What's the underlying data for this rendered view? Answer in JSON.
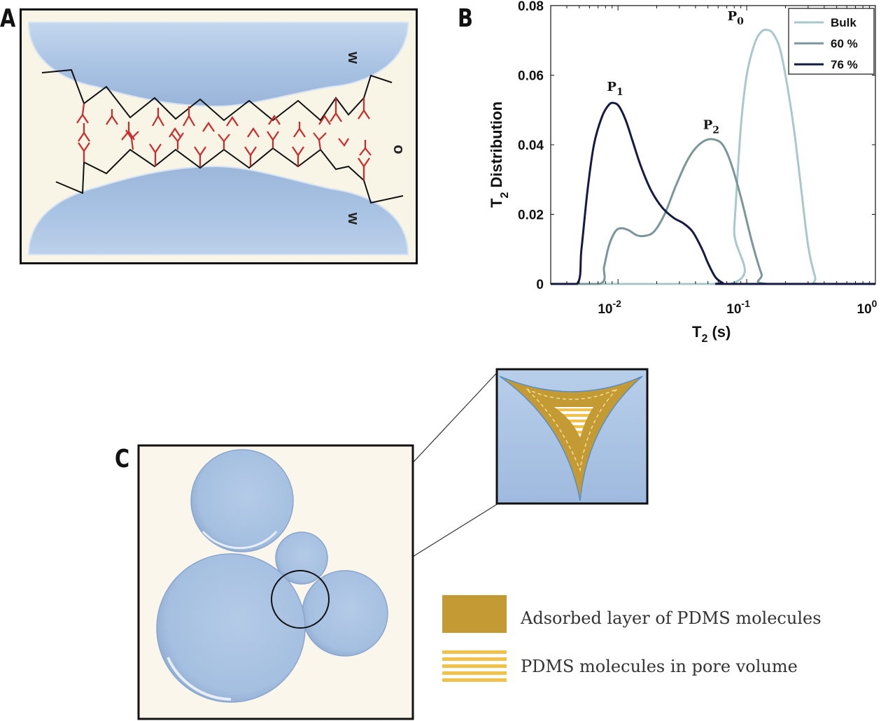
{
  "panels": {
    "a": {
      "letter": "A",
      "labels": {
        "water_top": "w",
        "oil": "o",
        "water_bottom": "w"
      }
    },
    "b": {
      "letter": "B"
    },
    "c": {
      "letter": "C"
    }
  },
  "legend_key": {
    "adsorbed": "Adsorbed layer of PDMS molecules",
    "pore": "PDMS molecules in pore volume"
  },
  "colors": {
    "bulk": "#a9c8c9",
    "s60": "#7a9699",
    "s76": "#151a45",
    "droplet": "#a9c4e4",
    "oil_bg": "#f8f5e6",
    "adsorbed": "#c49a34",
    "pore_stripe": "#f0c24c"
  },
  "chart_data": {
    "type": "line",
    "xlabel": "T2 (s)",
    "ylabel": "T2  Distribution",
    "x_scale": "log",
    "xlim": [
      0.003,
      1
    ],
    "ylim": [
      0,
      0.08
    ],
    "y_ticks": [
      "0",
      "0.02",
      "0.04",
      "0.06",
      "0.08"
    ],
    "x_ticks": [
      {
        "base": "10",
        "exp": "-2",
        "value": 0.01
      },
      {
        "base": "10",
        "exp": "-1",
        "value": 0.1
      },
      {
        "base": "10",
        "exp": "0",
        "value": 1
      }
    ],
    "legend_position": "top-right",
    "series": [
      {
        "name": "Bulk",
        "x": [
          0.003,
          0.075,
          0.08,
          0.09,
          0.1,
          0.115,
          0.13,
          0.145,
          0.16,
          0.18,
          0.2,
          0.23,
          0.26,
          0.3,
          0.34,
          0.36,
          1
        ],
        "y": [
          0,
          0,
          0.016,
          0.045,
          0.06,
          0.069,
          0.0725,
          0.073,
          0.072,
          0.068,
          0.06,
          0.046,
          0.03,
          0.011,
          0.002,
          0,
          0
        ]
      },
      {
        "name": "60 %",
        "x": [
          0.003,
          0.0072,
          0.0078,
          0.0085,
          0.0095,
          0.0105,
          0.012,
          0.014,
          0.016,
          0.019,
          0.023,
          0.028,
          0.034,
          0.04,
          0.048,
          0.056,
          0.065,
          0.075,
          0.09,
          0.11,
          0.13,
          0.145,
          1
        ],
        "y": [
          0,
          0,
          0.005,
          0.011,
          0.015,
          0.016,
          0.0155,
          0.014,
          0.0138,
          0.015,
          0.02,
          0.028,
          0.035,
          0.039,
          0.0413,
          0.0415,
          0.04,
          0.035,
          0.025,
          0.012,
          0.003,
          0,
          0
        ]
      },
      {
        "name": "76 %",
        "x": [
          0.003,
          0.0048,
          0.0052,
          0.0058,
          0.0065,
          0.0075,
          0.0085,
          0.0093,
          0.0102,
          0.0115,
          0.013,
          0.015,
          0.018,
          0.022,
          0.027,
          0.032,
          0.038,
          0.045,
          0.05,
          0.057,
          0.065,
          0.072,
          1
        ],
        "y": [
          0,
          0,
          0.01,
          0.027,
          0.04,
          0.048,
          0.0515,
          0.052,
          0.051,
          0.047,
          0.041,
          0.034,
          0.027,
          0.022,
          0.019,
          0.0175,
          0.015,
          0.01,
          0.006,
          0.002,
          0.0003,
          0,
          0
        ]
      }
    ],
    "annotations": [
      {
        "base": "P",
        "sub": "1",
        "x": 0.0095,
        "y": 0.0555
      },
      {
        "base": "P",
        "sub": "2",
        "x": 0.053,
        "y": 0.0445
      },
      {
        "base": "P",
        "sub": "0",
        "x": 0.082,
        "y": 0.0758
      }
    ]
  }
}
